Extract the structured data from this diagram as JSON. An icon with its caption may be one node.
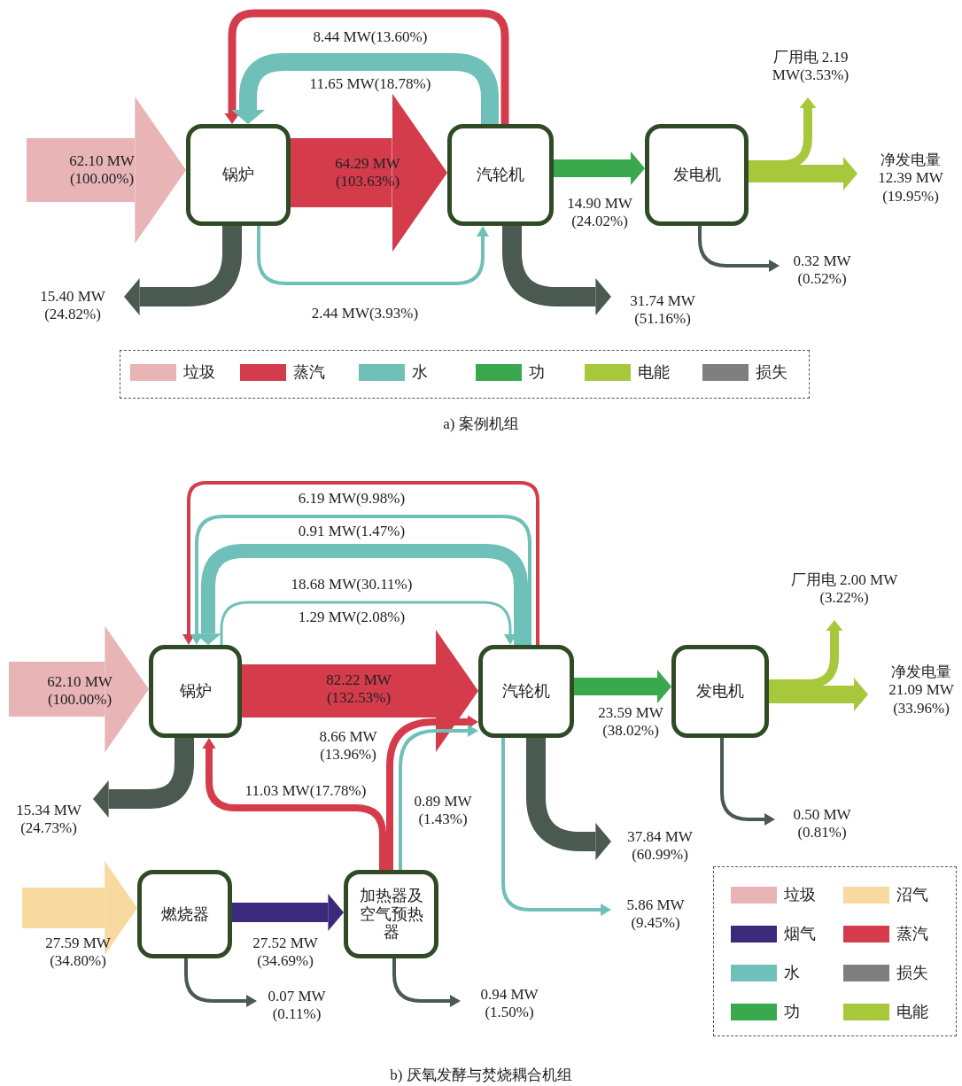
{
  "diagram": {
    "nodes": [
      {
        "text": [
          "锅炉"
        ]
      },
      {
        "text": [
          "汽轮机"
        ]
      },
      {
        "text": [
          "发电机"
        ]
      },
      {
        "text": [
          "锅炉"
        ]
      },
      {
        "text": [
          "汽轮机"
        ]
      },
      {
        "text": [
          "发电机"
        ]
      },
      {
        "text": [
          "燃烧器"
        ]
      },
      {
        "text": [
          "加热器及空气预热器"
        ]
      }
    ],
    "edges": [
      {
        "from": null,
        "to": 0,
        "arrow": "to",
        "label": "62.10 MW (100.00%)",
        "style": "thick",
        "color": "#e8b4b6"
      },
      {
        "from": 0,
        "to": 1,
        "arrow": "to",
        "label": "64.29 MW (103.63%)",
        "style": "thick",
        "color": "#d43c4c"
      },
      {
        "from": 1,
        "to": 0,
        "arrow": "to",
        "label": "8.44 MW(13.60%)",
        "color": "#d43c4c"
      },
      {
        "from": 1,
        "to": 0,
        "arrow": "to",
        "label": "11.65 MW(18.78%)",
        "color": "#6fc0b8"
      },
      {
        "from": 0,
        "to": 1,
        "arrow": "to",
        "label": "2.44 MW(3.93%)",
        "color": "#6fc0b8"
      },
      {
        "from": 0,
        "to": null,
        "arrow": "to",
        "label": "15.40 MW (24.82%)",
        "color": "#4a5a50"
      },
      {
        "from": 1,
        "to": 2,
        "arrow": "to",
        "label": "14.90 MW (24.02%)",
        "color": "#3aa84c"
      },
      {
        "from": 1,
        "to": null,
        "arrow": "to",
        "label": "31.74 MW (51.16%)",
        "color": "#4a5a50"
      },
      {
        "from": 2,
        "to": null,
        "arrow": "to",
        "label": "厂用电 2.19 MW(3.53%)",
        "color": "#a8c83c"
      },
      {
        "from": 2,
        "to": null,
        "arrow": "to",
        "label": "净发电量 12.39 MW (19.95%)",
        "color": "#a8c83c"
      },
      {
        "from": 2,
        "to": null,
        "arrow": "to",
        "label": "0.32 MW (0.52%)",
        "color": "#4a5a50"
      },
      {
        "from": null,
        "to": 3,
        "arrow": "to",
        "label": "62.10 MW (100.00%)",
        "style": "thick",
        "color": "#e8b4b6"
      },
      {
        "from": 3,
        "to": 4,
        "arrow": "to",
        "label": "82.22 MW (132.53%)",
        "style": "thick",
        "color": "#d43c4c"
      },
      {
        "from": 4,
        "to": 3,
        "arrow": "to",
        "label": "6.19 MW(9.98%)",
        "color": "#d43c4c"
      },
      {
        "from": 4,
        "to": 3,
        "arrow": "to",
        "label": "0.91 MW(1.47%)",
        "color": "#6fc0b8"
      },
      {
        "from": 4,
        "to": 3,
        "arrow": "to",
        "label": "18.68 MW(30.11%)",
        "color": "#6fc0b8"
      },
      {
        "from": 3,
        "to": 4,
        "arrow": "to",
        "label": "1.29 MW(2.08%)",
        "color": "#6fc0b8"
      },
      {
        "from": 7,
        "to": 4,
        "arrow": "to",
        "label": "8.66 MW (13.96%)",
        "color": "#d43c4c"
      },
      {
        "from": 7,
        "to": 3,
        "arrow": "to",
        "label": "11.03 MW(17.78%)",
        "color": "#d43c4c"
      },
      {
        "from": 7,
        "to": 4,
        "arrow": "to",
        "label": "0.89 MW (1.43%)",
        "color": "#6fc0b8"
      },
      {
        "from": 3,
        "to": null,
        "arrow": "to",
        "label": "15.34 MW (24.73%)",
        "color": "#4a5a50"
      },
      {
        "from": 4,
        "to": 5,
        "arrow": "to",
        "label": "23.59 MW (38.02%)",
        "color": "#3aa84c"
      },
      {
        "from": 5,
        "to": null,
        "arrow": "to",
        "label": "厂用电 2.00 MW (3.22%)",
        "color": "#a8c83c"
      },
      {
        "from": 5,
        "to": null,
        "arrow": "to",
        "label": "净发电量 21.09 MW (33.96%)",
        "color": "#a8c83c"
      },
      {
        "from": 5,
        "to": null,
        "arrow": "to",
        "label": "0.50 MW (0.81%)",
        "color": "#4a5a50"
      },
      {
        "from": 4,
        "to": null,
        "arrow": "to",
        "label": "37.84 MW (60.99%)",
        "color": "#4a5a50"
      },
      {
        "from": 4,
        "to": null,
        "arrow": "to",
        "label": "5.86 MW (9.45%)",
        "color": "#6fc0b8"
      },
      {
        "from": null,
        "to": 6,
        "arrow": "to",
        "label": "27.59 MW (34.80%)",
        "style": "thick",
        "color": "#f8d9a0"
      },
      {
        "from": 6,
        "to": 7,
        "arrow": "to",
        "label": "27.52 MW (34.69%)",
        "color": "#3b2a7c"
      },
      {
        "from": 6,
        "to": null,
        "arrow": "to",
        "label": "0.07 MW (0.11%)",
        "color": "#4a5a50"
      },
      {
        "from": 7,
        "to": null,
        "arrow": "to",
        "label": "0.94 MW (1.50%)",
        "color": "#4a5a50"
      }
    ],
    "labels": [
      "a) 案例机组",
      "b) 厌氧发酵与焚烧耦合机组"
    ],
    "legend": [
      {
        "text": "垃圾",
        "color": "#e8b4b6"
      },
      {
        "text": "蒸汽",
        "color": "#d43c4c"
      },
      {
        "text": "水",
        "color": "#6fc0b8"
      },
      {
        "text": "功",
        "color": "#3aa84c"
      },
      {
        "text": "电能",
        "color": "#a8c83c"
      },
      {
        "text": "损失",
        "color": "#7f7f7f"
      },
      {
        "text": "垃圾",
        "color": "#e8b4b6"
      },
      {
        "text": "沼气",
        "color": "#f8d9a0"
      },
      {
        "text": "烟气",
        "color": "#3b2a7c"
      },
      {
        "text": "蒸汽",
        "color": "#d43c4c"
      },
      {
        "text": "水",
        "color": "#6fc0b8"
      },
      {
        "text": "损失",
        "color": "#7f7f7f"
      },
      {
        "text": "功",
        "color": "#3aa84c"
      },
      {
        "text": "电能",
        "color": "#a8c83c"
      }
    ]
  }
}
